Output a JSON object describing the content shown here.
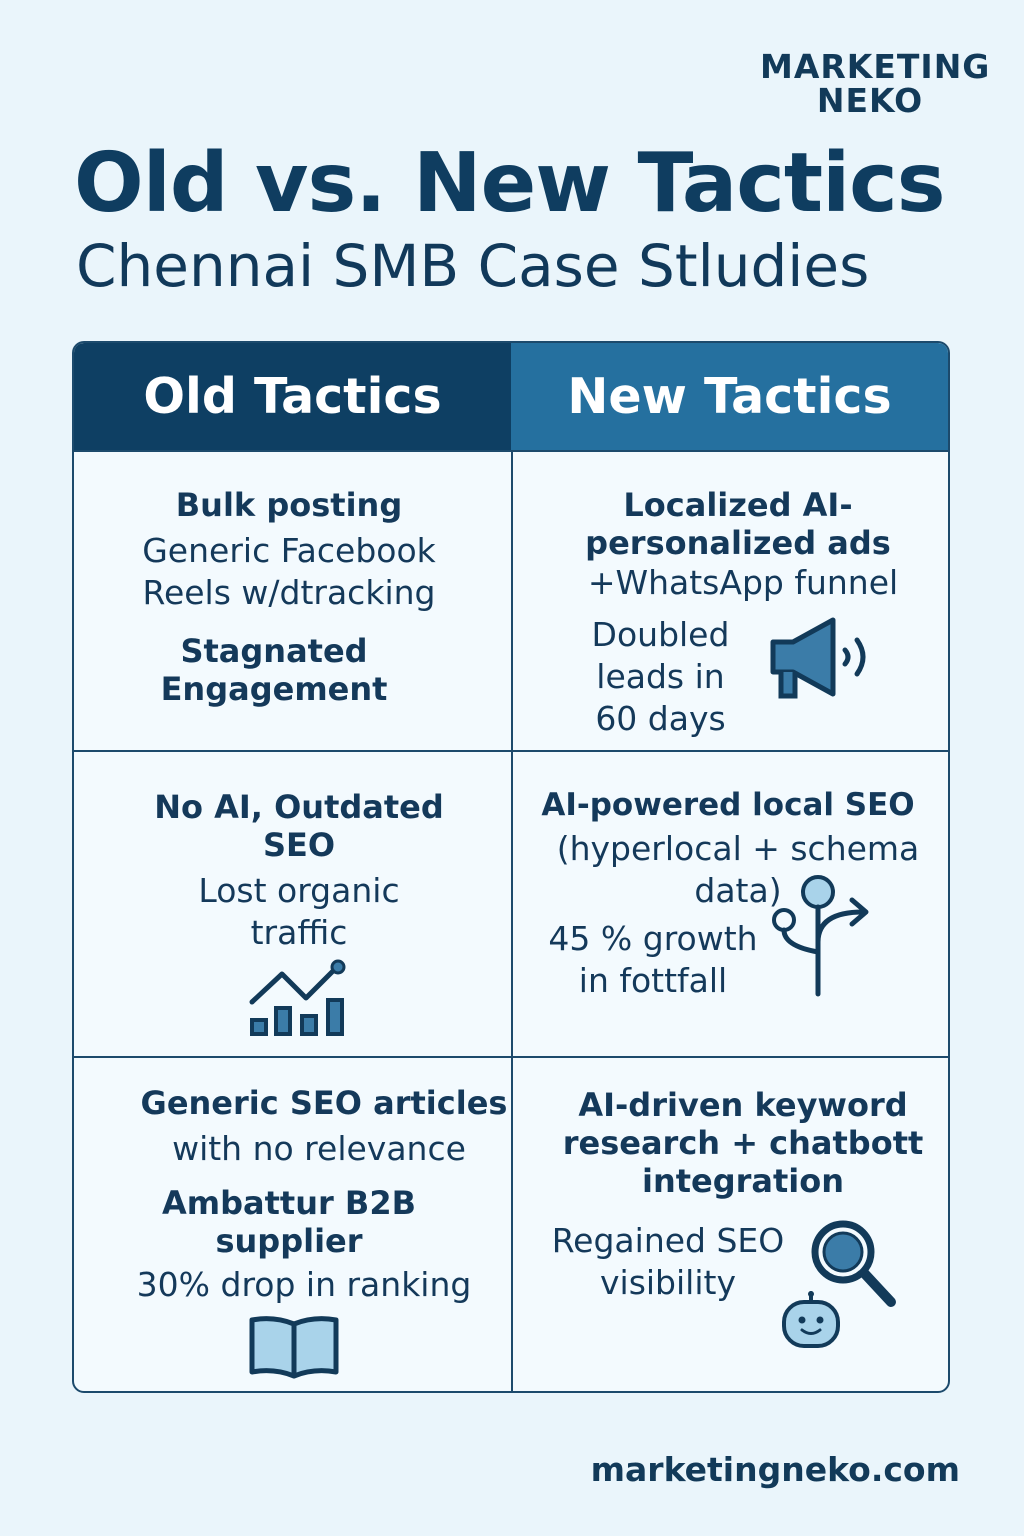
{
  "brand": {
    "line1": "MARKETING",
    "line2": "NEKO"
  },
  "title": "Old vs. New Tactics",
  "subtitle": "Chennai SMB Case Stludies",
  "table": {
    "headers": {
      "old": "Old Tactics",
      "new": "New Tactics"
    },
    "rows": [
      {
        "old": {
          "heading": "Bulk posting",
          "desc": "Generic Facebook Reels w/dtracking",
          "result": "Stagnated Engagement"
        },
        "new": {
          "heading": "Localized AI-personalized ads",
          "desc": "+WhatsApp funnel",
          "result": "Doubled leads in 60 days",
          "icon": "megaphone-icon"
        }
      },
      {
        "old": {
          "heading": "No AI, Outdated SEO",
          "desc": "Lost organic traffic",
          "icon": "growth-chart-icon"
        },
        "new": {
          "heading": "AI-powered local SEO",
          "desc": "(hyperlocal + schema data)",
          "result": "45 % growth in fottfall",
          "icon": "route-signpost-icon"
        }
      },
      {
        "old": {
          "heading": "Generic SEO articles",
          "desc": "with no relevance",
          "result": "Ambattur B2B supplier",
          "detail": "30% drop in ranking",
          "icon": "open-book-icon"
        },
        "new": {
          "heading": "AI-driven keyword research + chatbott integration",
          "result": "Regained SEO visibility",
          "icon": "magnifier-icon",
          "icon2": "robot-icon"
        }
      }
    ]
  },
  "footer": "marketingneko.com",
  "colors": {
    "background": "#eaf5fb",
    "navy": "#0e3f63",
    "blue": "#25709f",
    "icon_fill": "#3b7ca8",
    "icon_light": "#a9d3ea"
  }
}
